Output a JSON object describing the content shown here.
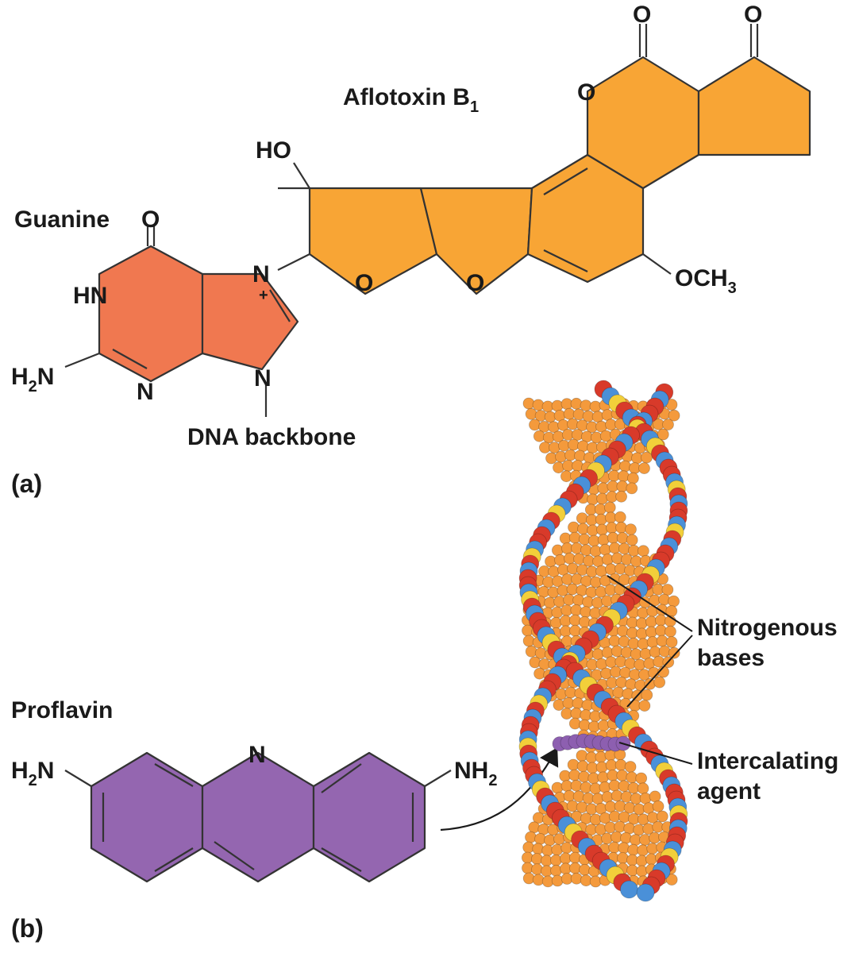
{
  "panels": {
    "a": "(a)",
    "b": "(b)"
  },
  "labels": {
    "aflotoxin": "Aflotoxin B",
    "aflotoxin_sub": "1",
    "guanine": "Guanine",
    "dna_backbone": "DNA backbone",
    "proflavin": "Proflavin",
    "nitrogenous_1": "Nitrogenous",
    "nitrogenous_2": "bases",
    "intercalating_1": "Intercalating",
    "intercalating_2": "agent"
  },
  "atoms": {
    "oxygen": "O",
    "nitrogen": "N",
    "hydroxyl": "HO",
    "hn": "HN",
    "h": "H",
    "two": "2",
    "och": "OCH",
    "three": "3",
    "plus": "+",
    "nh": "NH"
  },
  "colors": {
    "guanine": "#f07850",
    "aflotoxin": "#f8a535",
    "proflavin": "#9466b0",
    "dna_orange": "#f49a3c",
    "dna_blue": "#4a90d8",
    "dna_red": "#d83a2a",
    "dna_yellow": "#f2cf3a",
    "intercalator": "#8d5fb0"
  }
}
